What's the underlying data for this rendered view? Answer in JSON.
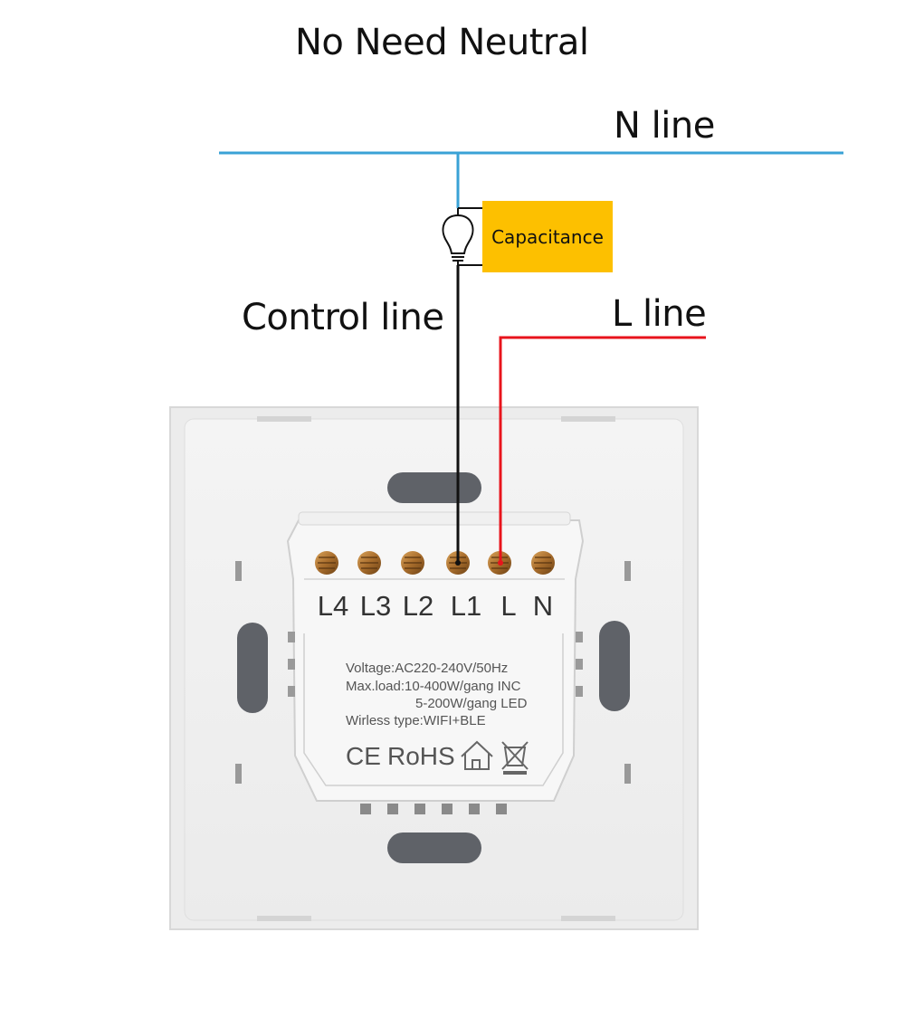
{
  "diagram": {
    "title": "No Need Neutral",
    "n_line_label": "N line",
    "capacitance_label": "Capacitance",
    "control_line_label": "Control line",
    "l_line_label": "L line",
    "terminals": [
      "L4",
      "L3",
      "L2",
      "L1",
      "L",
      "N"
    ],
    "spec": {
      "voltage": "Voltage:AC220-240V/50Hz",
      "max_load_1": "Max.load:10-400W/gang  INC",
      "max_load_2": "5-200W/gang  LED",
      "wireless": "Wirless type:WIFI+BLE"
    },
    "certifications": {
      "ce": "CE",
      "rohs": "RoHS"
    },
    "icons": [
      "bulb-icon",
      "house-icon",
      "weee-bin-icon"
    ],
    "colors": {
      "n_line": "#3aa2d6",
      "l_line": "#e8141c",
      "control_line": "#111111",
      "capacitance_box": "#fdc000"
    }
  }
}
